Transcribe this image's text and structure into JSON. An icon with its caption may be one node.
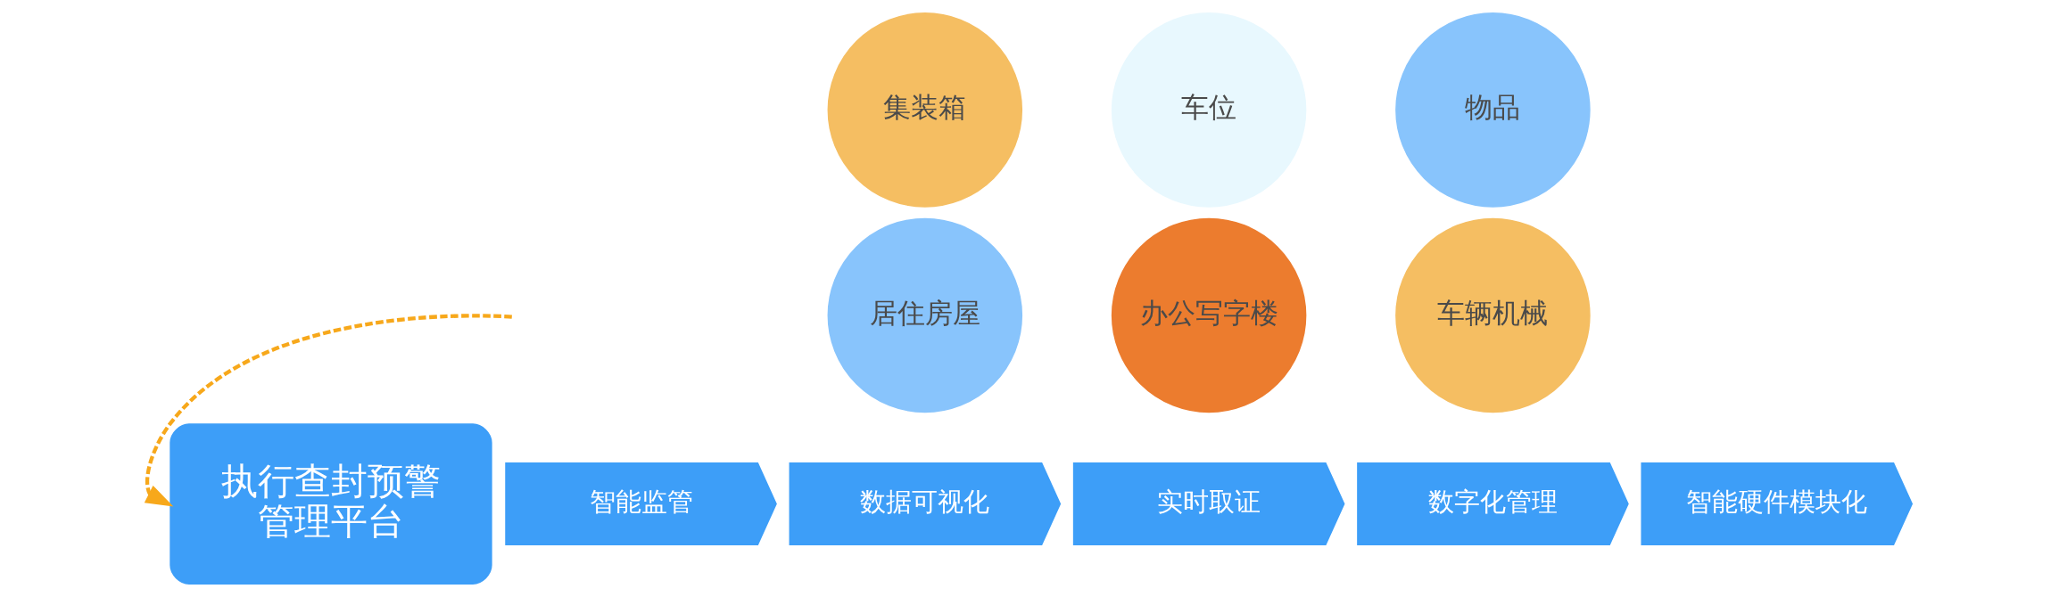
{
  "diagram": {
    "nodes": [
      {
        "text": [
          "集装箱"
        ]
      },
      {
        "text": [
          "车位"
        ]
      },
      {
        "text": [
          "物品"
        ]
      },
      {
        "text": [
          "居住房屋"
        ]
      },
      {
        "text": [
          "办公写字楼"
        ]
      },
      {
        "text": [
          "车辆机械"
        ]
      },
      {
        "text": [
          "执行查封预警管理平台"
        ]
      },
      {
        "text": [
          "智能监管"
        ]
      },
      {
        "text": [
          "数据可视化"
        ]
      },
      {
        "text": [
          "实时取证"
        ]
      },
      {
        "text": [
          "数字化管理"
        ]
      },
      {
        "text": [
          "智能硬件模块化"
        ]
      }
    ],
    "edges": [
      {
        "from": null,
        "to": 6,
        "arrow": "to",
        "style": "dashed",
        "color": "#f7a81b"
      }
    ]
  }
}
